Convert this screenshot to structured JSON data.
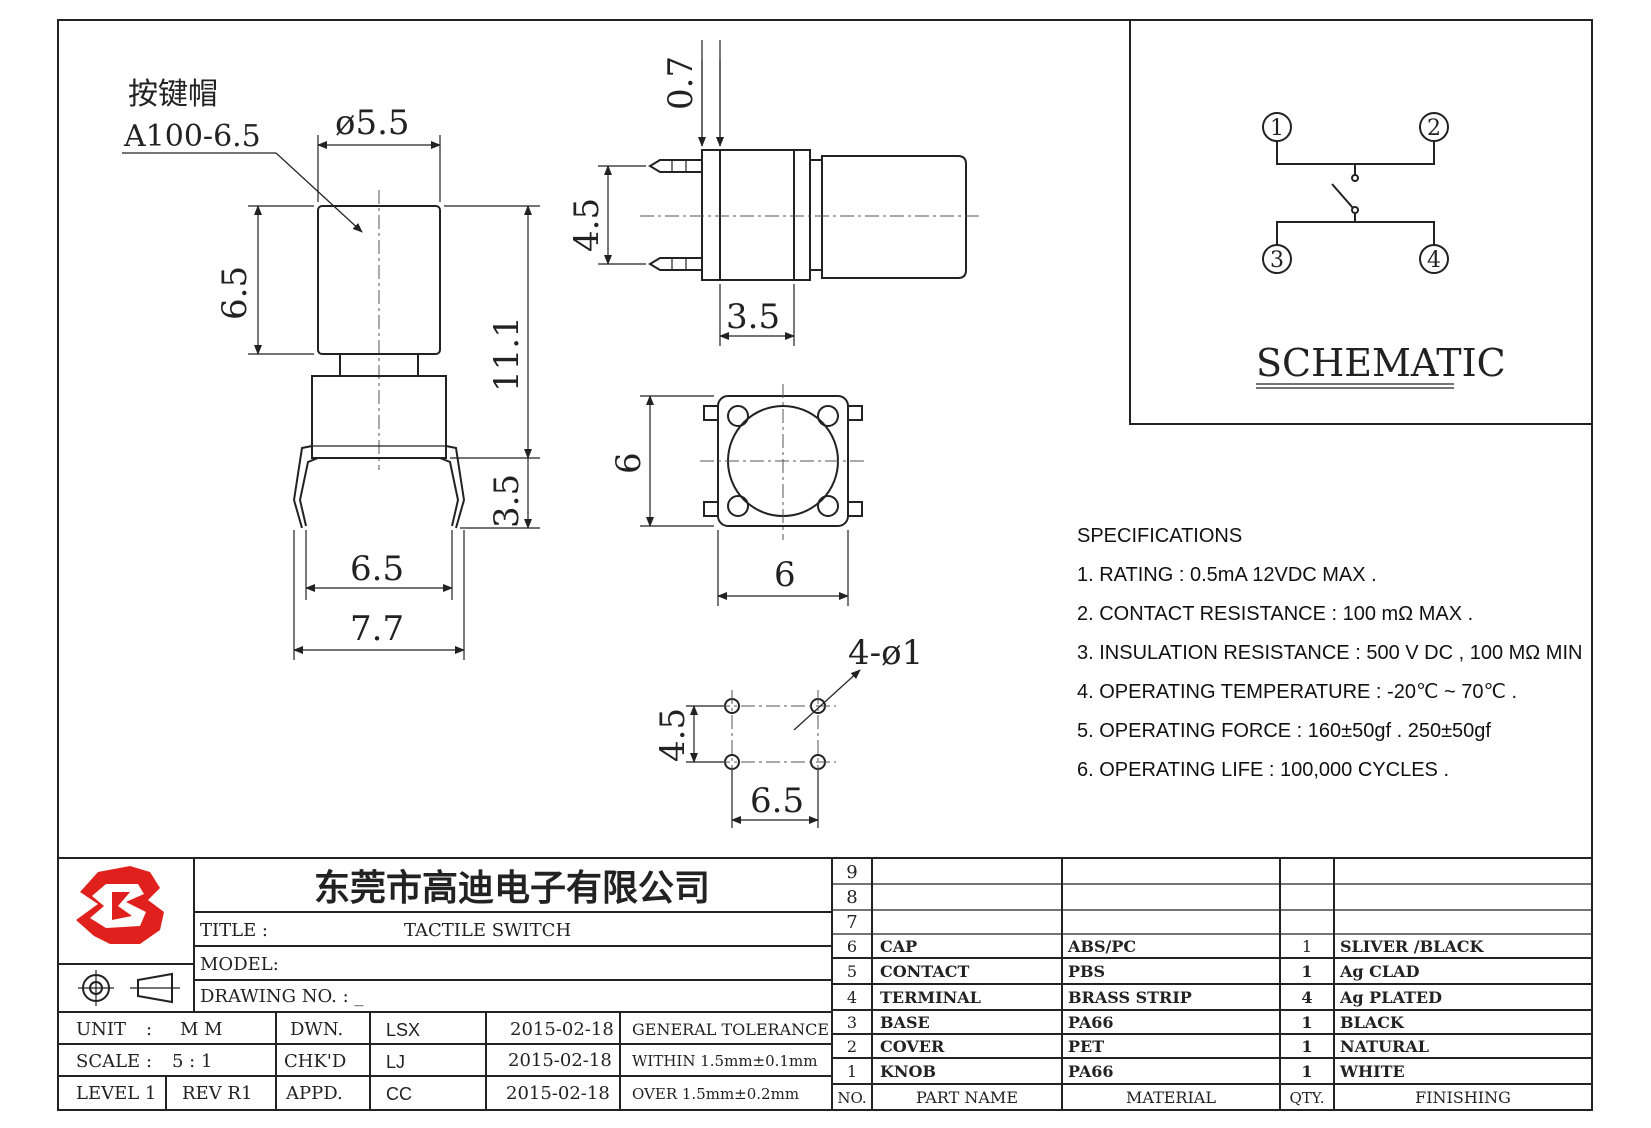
{
  "drawing": {
    "keycap_label_cn": "按键帽",
    "keycap_label_code": "A100-6.5",
    "dims_front": {
      "cap_diameter": "ø5.5",
      "cap_height": "6.5",
      "total_height": "11.1",
      "leg_height": "3.5",
      "body_width": "6.5",
      "leg_span": "7.7"
    },
    "dims_side": {
      "pin_offset": "0.7",
      "pin_pitch": "4.5",
      "body_depth": "3.5"
    },
    "dims_top": {
      "height": "6",
      "width": "6"
    },
    "dims_pcb": {
      "holes": "4-ø1",
      "pitch_v": "4.5",
      "pitch_h": "6.5"
    }
  },
  "schematic": {
    "title": "SCHEMATIC",
    "pins": [
      "1",
      "2",
      "3",
      "4"
    ]
  },
  "specifications": {
    "heading": "SPECIFICATIONS",
    "items": [
      "1. RATING : 0.5mA 12VDC MAX .",
      "2. CONTACT RESISTANCE : 100 mΩ MAX .",
      "3. INSULATION RESISTANCE : 500 V DC , 100 MΩ MIN",
      "4. OPERATING TEMPERATURE : -20℃ ~ 70℃ .",
      "5. OPERATING FORCE : 160±50gf . 250±50gf",
      "6. OPERATING LIFE : 100,000 CYCLES ."
    ]
  },
  "title_block": {
    "company": "东莞市高迪电子有限公司",
    "title_label": "TITLE :",
    "title_value": "TACTILE SWITCH",
    "model_label": "MODEL:",
    "drawing_no_label": "DRAWING NO. : _",
    "unit_label": "UNIT",
    "unit_sep": ":",
    "unit_value": "M M",
    "scale_label": "SCALE",
    "scale_sep": ":",
    "scale_value": "5 : 1",
    "level": "LEVEL 1",
    "rev": "REV   R1",
    "dwn_label": "DWN.",
    "dwn_name": "LSX",
    "dwn_date": "2015-02-18",
    "chk_label": "CHK'D",
    "chk_name": "LJ",
    "chk_date": "2015-02-18",
    "appd_label": "APPD.",
    "appd_name": "CC",
    "appd_date": "2015-02-18",
    "tol_1": "GENERAL TOLERANCE",
    "tol_2": "WITHIN  1.5mm±0.1mm",
    "tol_3": "OVER    1.5mm±0.2mm"
  },
  "bom": {
    "headers": {
      "no": "NO.",
      "part": "PART   NAME",
      "material": "MATERIAL",
      "qty": "QTY.",
      "finishing": "FINISHING"
    },
    "empty_rows": [
      "9",
      "8",
      "7"
    ],
    "rows": [
      {
        "no": "6",
        "part": "CAP",
        "material": "ABS/PC",
        "qty": "1",
        "finishing": "SLIVER /BLACK"
      },
      {
        "no": "5",
        "part": "CONTACT",
        "material": "PBS",
        "qty": "1",
        "finishing": "Ag CLAD"
      },
      {
        "no": "4",
        "part": "TERMINAL",
        "material": "BRASS STRIP",
        "qty": "4",
        "finishing": "Ag PLATED"
      },
      {
        "no": "3",
        "part": "BASE",
        "material": "PA66",
        "qty": "1",
        "finishing": "BLACK"
      },
      {
        "no": "2",
        "part": "COVER",
        "material": "PET",
        "qty": "1",
        "finishing": "NATURAL"
      },
      {
        "no": "1",
        "part": "KNOB",
        "material": "PA66",
        "qty": "1",
        "finishing": "WHITE"
      }
    ]
  },
  "colors": {
    "logo_red": "#e0201c",
    "line": "#222222"
  }
}
